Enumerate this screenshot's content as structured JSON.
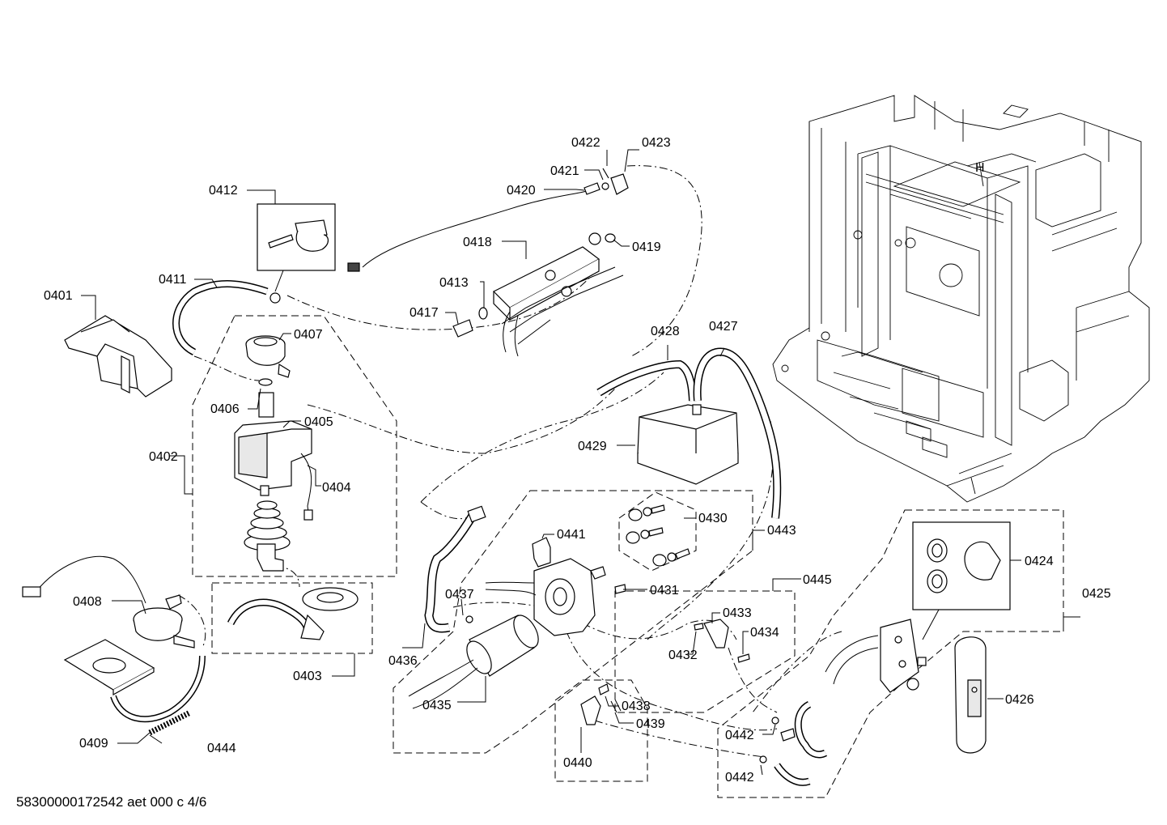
{
  "footer": "58300000172542 aet 000 c 4/6",
  "labels": {
    "p0401": "0401",
    "p0402": "0402",
    "p0403": "0403",
    "p0404": "0404",
    "p0405": "0405",
    "p0406": "0406",
    "p0407": "0407",
    "p0408": "0408",
    "p0409": "0409",
    "p0411": "0411",
    "p0412": "0412",
    "p0413": "0413",
    "p0417": "0417",
    "p0418": "0418",
    "p0419": "0419",
    "p0420": "0420",
    "p0421": "0421",
    "p0422": "0422",
    "p0423": "0423",
    "p0424": "0424",
    "p0425": "0425",
    "p0426": "0426",
    "p0427": "0427",
    "p0428": "0428",
    "p0429": "0429",
    "p0430": "0430",
    "p0431": "0431",
    "p0432": "0432",
    "p0433": "0433",
    "p0434": "0434",
    "p0435": "0435",
    "p0436": "0436",
    "p0437": "0437",
    "p0438": "0438",
    "p0439": "0439",
    "p0440": "0440",
    "p0441": "0441",
    "p0442a": "0442",
    "p0442b": "0442",
    "p0443": "0443",
    "p0444": "0444",
    "p0445": "0445"
  }
}
